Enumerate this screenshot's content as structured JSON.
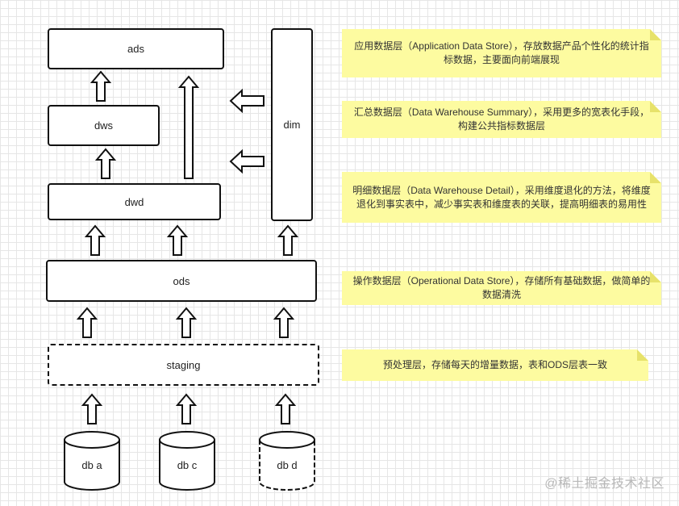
{
  "layers": {
    "ads": "ads",
    "dws": "dws",
    "dwd": "dwd",
    "ods": "ods",
    "staging": "staging",
    "dim": "dim"
  },
  "sources": [
    "db a",
    "db c",
    "db d"
  ],
  "notes": {
    "ads": "应用数据层（Application Data Store），存放数据产品个性化的统计指标数据，主要面向前端展现",
    "dws": "汇总数据层（Data Warehouse Summary），采用更多的宽表化手段，构建公共指标数据层",
    "dwd": "明细数据层（Data Warehouse Detail），采用维度退化的方法，将维度退化到事实表中，减少事实表和维度表的关联，提高明细表的易用性",
    "ods": "操作数据层（Operational Data Store），存储所有基础数据，做简单的数据清洗",
    "staging": "预处理层，存储每天的增量数据，表和ODS层表一致"
  },
  "watermark": "@稀土掘金技术社区",
  "colors": {
    "note_bg": "#fdfba0",
    "note_fold": "#e7e26a",
    "stroke": "#111111",
    "grid": "#e6e6e6"
  }
}
